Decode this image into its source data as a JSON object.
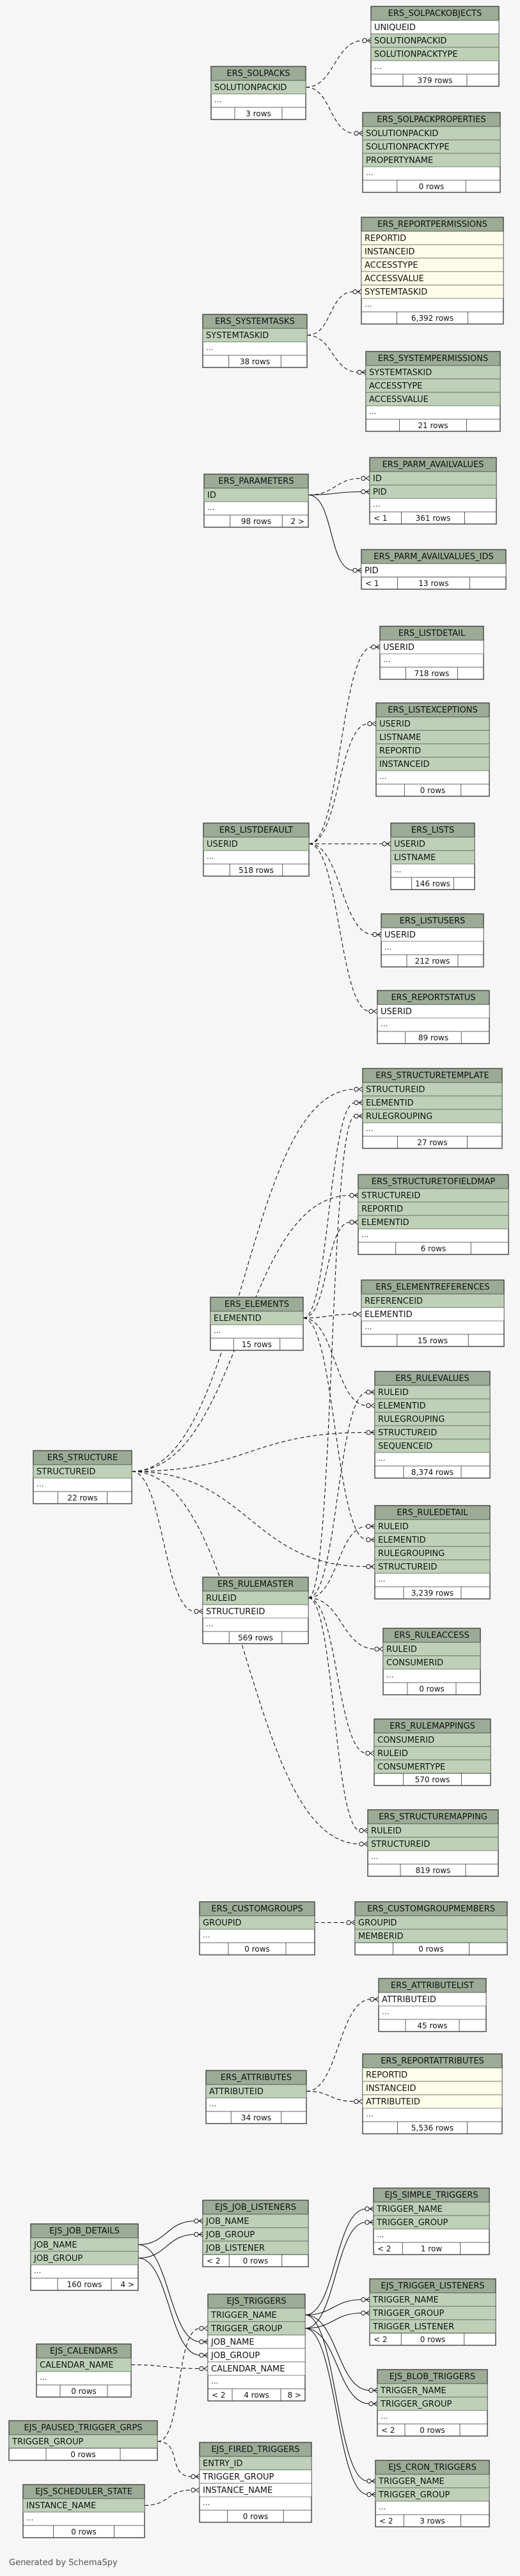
{
  "footer": "Generated by SchemaSpy",
  "tables": [
    {
      "id": "ERS_SOLPACKOBJECTS",
      "cols": [
        "UNIQUEID",
        "SOLUTIONPACKID",
        "SOLUTIONPACKTYPE"
      ],
      "keys": [
        "SOLUTIONPACKID",
        "SOLUTIONPACKTYPE"
      ],
      "ellipsis": true,
      "rows": "379 rows"
    },
    {
      "id": "ERS_SOLPACKS",
      "cols": [
        "SOLUTIONPACKID"
      ],
      "keys": [
        "SOLUTIONPACKID"
      ],
      "ellipsis": true,
      "rows": "3 rows"
    },
    {
      "id": "ERS_SOLPACKPROPERTIES",
      "cols": [
        "SOLUTIONPACKID",
        "SOLUTIONPACKTYPE",
        "PROPERTYNAME"
      ],
      "keys": [
        "SOLUTIONPACKID",
        "SOLUTIONPACKTYPE",
        "PROPERTYNAME"
      ],
      "ellipsis": true,
      "rows": "0 rows"
    },
    {
      "id": "ERS_REPORTPERMISSIONS",
      "cols": [
        "REPORTID",
        "INSTANCEID",
        "ACCESSTYPE",
        "ACCESSVALUE",
        "SYSTEMTASKID"
      ],
      "keys": [],
      "ellipsis": true,
      "rows": "6,392 rows"
    },
    {
      "id": "ERS_SYSTEMTASKS",
      "cols": [
        "SYSTEMTASKID"
      ],
      "keys": [
        "SYSTEMTASKID"
      ],
      "ellipsis": true,
      "rows": "38 rows"
    },
    {
      "id": "ERS_SYSTEMPERMISSIONS",
      "cols": [
        "SYSTEMTASKID",
        "ACCESSTYPE",
        "ACCESSVALUE"
      ],
      "keys": [
        "SYSTEMTASKID",
        "ACCESSTYPE",
        "ACCESSVALUE"
      ],
      "ellipsis": true,
      "rows": "21 rows"
    },
    {
      "id": "ERS_PARM_AVAILVALUES",
      "cols": [
        "ID",
        "PID"
      ],
      "keys": [
        "ID",
        "PID"
      ],
      "ellipsis": true,
      "rows": "361 rows",
      "lt": "< 1"
    },
    {
      "id": "ERS_PARAMETERS",
      "cols": [
        "ID"
      ],
      "keys": [
        "ID"
      ],
      "ellipsis": true,
      "rows": "98 rows",
      "gt": "2 >"
    },
    {
      "id": "ERS_PARM_AVAILVALUES_IDS",
      "cols": [
        "PID"
      ],
      "keys": [],
      "ellipsis": false,
      "rows": "13 rows",
      "lt": "< 1"
    },
    {
      "id": "ERS_LISTDETAIL",
      "cols": [
        "USERID"
      ],
      "keys": [],
      "ellipsis": true,
      "rows": "718 rows"
    },
    {
      "id": "ERS_LISTEXCEPTIONS",
      "cols": [
        "USERID",
        "LISTNAME",
        "REPORTID",
        "INSTANCEID"
      ],
      "keys": [
        "USERID",
        "LISTNAME",
        "REPORTID",
        "INSTANCEID"
      ],
      "ellipsis": true,
      "rows": "0 rows"
    },
    {
      "id": "ERS_LISTDEFAULT",
      "cols": [
        "USERID"
      ],
      "keys": [
        "USERID"
      ],
      "ellipsis": true,
      "rows": "518 rows"
    },
    {
      "id": "ERS_LISTS",
      "cols": [
        "USERID",
        "LISTNAME"
      ],
      "keys": [
        "USERID",
        "LISTNAME"
      ],
      "ellipsis": true,
      "rows": "146 rows"
    },
    {
      "id": "ERS_LISTUSERS",
      "cols": [
        "USERID"
      ],
      "keys": [],
      "ellipsis": true,
      "rows": "212 rows"
    },
    {
      "id": "ERS_REPORTSTATUS",
      "cols": [
        "USERID"
      ],
      "keys": [],
      "ellipsis": true,
      "rows": "89 rows"
    },
    {
      "id": "ERS_STRUCTURETEMPLATE",
      "cols": [
        "STRUCTUREID",
        "ELEMENTID",
        "RULEGROUPING"
      ],
      "keys": [
        "STRUCTUREID",
        "ELEMENTID",
        "RULEGROUPING"
      ],
      "ellipsis": true,
      "rows": "27 rows"
    },
    {
      "id": "ERS_STRUCTURETOFIELDMAP",
      "cols": [
        "STRUCTUREID",
        "REPORTID",
        "ELEMENTID"
      ],
      "keys": [
        "STRUCTUREID",
        "REPORTID",
        "ELEMENTID"
      ],
      "ellipsis": true,
      "rows": "6 rows"
    },
    {
      "id": "ERS_ELEMENTS",
      "cols": [
        "ELEMENTID"
      ],
      "keys": [
        "ELEMENTID"
      ],
      "ellipsis": true,
      "rows": "15 rows"
    },
    {
      "id": "ERS_ELEMENTREFERENCES",
      "cols": [
        "REFERENCEID",
        "ELEMENTID"
      ],
      "keys": [
        "REFERENCEID"
      ],
      "ellipsis": true,
      "rows": "15 rows"
    },
    {
      "id": "ERS_RULEVALUES",
      "cols": [
        "RULEID",
        "ELEMENTID",
        "RULEGROUPING",
        "STRUCTUREID",
        "SEQUENCEID"
      ],
      "keys": [
        "RULEID",
        "ELEMENTID",
        "RULEGROUPING",
        "STRUCTUREID",
        "SEQUENCEID"
      ],
      "ellipsis": true,
      "rows": "8,374 rows"
    },
    {
      "id": "ERS_STRUCTURE",
      "cols": [
        "STRUCTUREID"
      ],
      "keys": [
        "STRUCTUREID"
      ],
      "ellipsis": true,
      "rows": "22 rows"
    },
    {
      "id": "ERS_RULEDETAIL",
      "cols": [
        "RULEID",
        "ELEMENTID",
        "RULEGROUPING",
        "STRUCTUREID"
      ],
      "keys": [
        "RULEID",
        "ELEMENTID",
        "RULEGROUPING",
        "STRUCTUREID"
      ],
      "ellipsis": true,
      "rows": "3,239 rows"
    },
    {
      "id": "ERS_RULEMASTER",
      "cols": [
        "RULEID",
        "STRUCTUREID"
      ],
      "keys": [
        "RULEID"
      ],
      "ellipsis": true,
      "rows": "569 rows"
    },
    {
      "id": "ERS_RULEACCESS",
      "cols": [
        "RULEID",
        "CONSUMERID"
      ],
      "keys": [
        "RULEID",
        "CONSUMERID"
      ],
      "ellipsis": true,
      "rows": "0 rows"
    },
    {
      "id": "ERS_RULEMAPPINGS",
      "cols": [
        "CONSUMERID",
        "RULEID",
        "CONSUMERTYPE"
      ],
      "keys": [
        "CONSUMERID",
        "RULEID",
        "CONSUMERTYPE"
      ],
      "ellipsis": false,
      "rows": "570 rows"
    },
    {
      "id": "ERS_STRUCTUREMAPPING",
      "cols": [
        "RULEID",
        "STRUCTUREID"
      ],
      "keys": [
        "RULEID",
        "STRUCTUREID"
      ],
      "ellipsis": true,
      "rows": "819 rows"
    },
    {
      "id": "ERS_CUSTOMGROUPS",
      "cols": [
        "GROUPID"
      ],
      "keys": [
        "GROUPID"
      ],
      "ellipsis": true,
      "rows": "0 rows"
    },
    {
      "id": "ERS_CUSTOMGROUPMEMBERS",
      "cols": [
        "GROUPID",
        "MEMBERID"
      ],
      "keys": [
        "GROUPID",
        "MEMBERID"
      ],
      "ellipsis": false,
      "rows": "0 rows"
    },
    {
      "id": "ERS_ATTRIBUTELIST",
      "cols": [
        "ATTRIBUTEID"
      ],
      "keys": [],
      "ellipsis": true,
      "rows": "45 rows"
    },
    {
      "id": "ERS_ATTRIBUTES",
      "cols": [
        "ATTRIBUTEID"
      ],
      "keys": [
        "ATTRIBUTEID"
      ],
      "ellipsis": true,
      "rows": "34 rows"
    },
    {
      "id": "ERS_REPORTATTRIBUTES",
      "cols": [
        "REPORTID",
        "INSTANCEID",
        "ATTRIBUTEID"
      ],
      "keys": [],
      "ellipsis": true,
      "rows": "5,536 rows"
    },
    {
      "id": "EJS_SIMPLE_TRIGGERS",
      "cols": [
        "TRIGGER_NAME",
        "TRIGGER_GROUP"
      ],
      "keys": [
        "TRIGGER_NAME",
        "TRIGGER_GROUP"
      ],
      "ellipsis": true,
      "rows": "1 row",
      "lt": "< 2"
    },
    {
      "id": "EJS_JOB_DETAILS",
      "cols": [
        "JOB_NAME",
        "JOB_GROUP"
      ],
      "keys": [
        "JOB_NAME",
        "JOB_GROUP"
      ],
      "ellipsis": true,
      "rows": "160 rows",
      "gt": "4 >"
    },
    {
      "id": "EJS_JOB_LISTENERS",
      "cols": [
        "JOB_NAME",
        "JOB_GROUP",
        "JOB_LISTENER"
      ],
      "keys": [
        "JOB_NAME",
        "JOB_GROUP",
        "JOB_LISTENER"
      ],
      "ellipsis": false,
      "rows": "0 rows",
      "lt": "< 2"
    },
    {
      "id": "EJS_TRIGGER_LISTENERS",
      "cols": [
        "TRIGGER_NAME",
        "TRIGGER_GROUP",
        "TRIGGER_LISTENER"
      ],
      "keys": [
        "TRIGGER_NAME",
        "TRIGGER_GROUP",
        "TRIGGER_LISTENER"
      ],
      "ellipsis": false,
      "rows": "0 rows",
      "lt": "< 2"
    },
    {
      "id": "EJS_TRIGGERS",
      "cols": [
        "TRIGGER_NAME",
        "TRIGGER_GROUP",
        "JOB_NAME",
        "JOB_GROUP",
        "CALENDAR_NAME"
      ],
      "keys": [
        "TRIGGER_NAME",
        "TRIGGER_GROUP"
      ],
      "ellipsis": true,
      "rows": "4 rows",
      "lt": "< 2",
      "gt": "8 >"
    },
    {
      "id": "EJS_CALENDARS",
      "cols": [
        "CALENDAR_NAME"
      ],
      "keys": [
        "CALENDAR_NAME"
      ],
      "ellipsis": true,
      "rows": "0 rows"
    },
    {
      "id": "EJS_BLOB_TRIGGERS",
      "cols": [
        "TRIGGER_NAME",
        "TRIGGER_GROUP"
      ],
      "keys": [
        "TRIGGER_NAME",
        "TRIGGER_GROUP"
      ],
      "ellipsis": true,
      "rows": "0 rows",
      "lt": "< 2"
    },
    {
      "id": "EJS_PAUSED_TRIGGER_GRPS",
      "cols": [
        "TRIGGER_GROUP"
      ],
      "keys": [
        "TRIGGER_GROUP"
      ],
      "ellipsis": false,
      "rows": "0 rows"
    },
    {
      "id": "EJS_FIRED_TRIGGERS",
      "cols": [
        "ENTRY_ID",
        "TRIGGER_GROUP",
        "INSTANCE_NAME"
      ],
      "keys": [
        "ENTRY_ID"
      ],
      "ellipsis": true,
      "rows": "0 rows"
    },
    {
      "id": "EJS_CRON_TRIGGERS",
      "cols": [
        "TRIGGER_NAME",
        "TRIGGER_GROUP"
      ],
      "keys": [
        "TRIGGER_NAME",
        "TRIGGER_GROUP"
      ],
      "ellipsis": true,
      "rows": "3 rows",
      "lt": "< 2"
    },
    {
      "id": "EJS_SCHEDULER_STATE",
      "cols": [
        "INSTANCE_NAME"
      ],
      "keys": [
        "INSTANCE_NAME"
      ],
      "ellipsis": true,
      "rows": "0 rows"
    }
  ],
  "edges": [
    {
      "from": "ERS_SOLPACKS",
      "fromCol": "SOLUTIONPACKID",
      "to": "ERS_SOLPACKOBJECTS",
      "toCol": "SOLUTIONPACKID",
      "implied": true
    },
    {
      "from": "ERS_SOLPACKS",
      "fromCol": "SOLUTIONPACKID",
      "to": "ERS_SOLPACKPROPERTIES",
      "toCol": "SOLUTIONPACKID",
      "implied": true
    },
    {
      "from": "ERS_SYSTEMTASKS",
      "fromCol": "SYSTEMTASKID",
      "to": "ERS_REPORTPERMISSIONS",
      "toCol": "SYSTEMTASKID",
      "implied": true
    },
    {
      "from": "ERS_SYSTEMTASKS",
      "fromCol": "SYSTEMTASKID",
      "to": "ERS_SYSTEMPERMISSIONS",
      "toCol": "SYSTEMTASKID",
      "implied": true
    },
    {
      "from": "ERS_PARAMETERS",
      "fromCol": "ID",
      "to": "ERS_PARM_AVAILVALUES",
      "toCol": "ID",
      "implied": true
    },
    {
      "from": "ERS_PARAMETERS",
      "fromCol": "ID",
      "to": "ERS_PARM_AVAILVALUES",
      "toCol": "PID",
      "implied": false
    },
    {
      "from": "ERS_PARAMETERS",
      "fromCol": "ID",
      "to": "ERS_PARM_AVAILVALUES_IDS",
      "toCol": "PID",
      "implied": false
    },
    {
      "from": "ERS_LISTDEFAULT",
      "fromCol": "USERID",
      "to": "ERS_LISTDETAIL",
      "toCol": "USERID",
      "implied": true
    },
    {
      "from": "ERS_LISTDEFAULT",
      "fromCol": "USERID",
      "to": "ERS_LISTEXCEPTIONS",
      "toCol": "USERID",
      "implied": true
    },
    {
      "from": "ERS_LISTDEFAULT",
      "fromCol": "USERID",
      "to": "ERS_LISTS",
      "toCol": "USERID",
      "implied": true
    },
    {
      "from": "ERS_LISTDEFAULT",
      "fromCol": "USERID",
      "to": "ERS_LISTUSERS",
      "toCol": "USERID",
      "implied": true
    },
    {
      "from": "ERS_LISTDEFAULT",
      "fromCol": "USERID",
      "to": "ERS_REPORTSTATUS",
      "toCol": "USERID",
      "implied": true
    },
    {
      "from": "ERS_STRUCTURE",
      "fromCol": "STRUCTUREID",
      "to": "ERS_STRUCTURETEMPLATE",
      "toCol": "STRUCTUREID",
      "implied": true
    },
    {
      "from": "ERS_ELEMENTS",
      "fromCol": "ELEMENTID",
      "to": "ERS_STRUCTURETEMPLATE",
      "toCol": "ELEMENTID",
      "implied": true
    },
    {
      "from": "ERS_RULEMASTER",
      "fromCol": "RULEID",
      "to": "ERS_STRUCTURETEMPLATE",
      "toCol": "RULEGROUPING",
      "implied": true
    },
    {
      "from": "ERS_STRUCTURE",
      "fromCol": "STRUCTUREID",
      "to": "ERS_STRUCTURETOFIELDMAP",
      "toCol": "STRUCTUREID",
      "implied": true
    },
    {
      "from": "ERS_ELEMENTS",
      "fromCol": "ELEMENTID",
      "to": "ERS_STRUCTURETOFIELDMAP",
      "toCol": "ELEMENTID",
      "implied": true
    },
    {
      "from": "ERS_ELEMENTS",
      "fromCol": "ELEMENTID",
      "to": "ERS_ELEMENTREFERENCES",
      "toCol": "ELEMENTID",
      "implied": true
    },
    {
      "from": "ERS_RULEMASTER",
      "fromCol": "RULEID",
      "to": "ERS_RULEVALUES",
      "toCol": "RULEID",
      "implied": true
    },
    {
      "from": "ERS_ELEMENTS",
      "fromCol": "ELEMENTID",
      "to": "ERS_RULEVALUES",
      "toCol": "ELEMENTID",
      "implied": true
    },
    {
      "from": "ERS_STRUCTURE",
      "fromCol": "STRUCTUREID",
      "to": "ERS_RULEVALUES",
      "toCol": "STRUCTUREID",
      "implied": true
    },
    {
      "from": "ERS_RULEMASTER",
      "fromCol": "RULEID",
      "to": "ERS_RULEDETAIL",
      "toCol": "RULEID",
      "implied": true
    },
    {
      "from": "ERS_ELEMENTS",
      "fromCol": "ELEMENTID",
      "to": "ERS_RULEDETAIL",
      "toCol": "ELEMENTID",
      "implied": true
    },
    {
      "from": "ERS_STRUCTURE",
      "fromCol": "STRUCTUREID",
      "to": "ERS_RULEDETAIL",
      "toCol": "STRUCTUREID",
      "implied": true
    },
    {
      "from": "ERS_STRUCTURE",
      "fromCol": "STRUCTUREID",
      "to": "ERS_RULEMASTER",
      "toCol": "STRUCTUREID",
      "implied": true
    },
    {
      "from": "ERS_RULEMASTER",
      "fromCol": "RULEID",
      "to": "ERS_RULEACCESS",
      "toCol": "RULEID",
      "implied": true
    },
    {
      "from": "ERS_RULEMASTER",
      "fromCol": "RULEID",
      "to": "ERS_RULEMAPPINGS",
      "toCol": "RULEID",
      "implied": true
    },
    {
      "from": "ERS_RULEMASTER",
      "fromCol": "RULEID",
      "to": "ERS_STRUCTUREMAPPING",
      "toCol": "RULEID",
      "implied": true
    },
    {
      "from": "ERS_STRUCTURE",
      "fromCol": "STRUCTUREID",
      "to": "ERS_STRUCTUREMAPPING",
      "toCol": "STRUCTUREID",
      "implied": true
    },
    {
      "from": "ERS_CUSTOMGROUPS",
      "fromCol": "GROUPID",
      "to": "ERS_CUSTOMGROUPMEMBERS",
      "toCol": "GROUPID",
      "implied": true
    },
    {
      "from": "ERS_ATTRIBUTES",
      "fromCol": "ATTRIBUTEID",
      "to": "ERS_ATTRIBUTELIST",
      "toCol": "ATTRIBUTEID",
      "implied": true
    },
    {
      "from": "ERS_ATTRIBUTES",
      "fromCol": "ATTRIBUTEID",
      "to": "ERS_REPORTATTRIBUTES",
      "toCol": "ATTRIBUTEID",
      "implied": true
    },
    {
      "from": "EJS_JOB_DETAILS",
      "fromCol": "JOB_NAME",
      "to": "EJS_JOB_LISTENERS",
      "toCol": "JOB_NAME",
      "implied": false
    },
    {
      "from": "EJS_JOB_DETAILS",
      "fromCol": "JOB_GROUP",
      "to": "EJS_JOB_LISTENERS",
      "toCol": "JOB_GROUP",
      "implied": false
    },
    {
      "from": "EJS_JOB_DETAILS",
      "fromCol": "JOB_NAME",
      "to": "EJS_TRIGGERS",
      "toCol": "JOB_NAME",
      "implied": false
    },
    {
      "from": "EJS_JOB_DETAILS",
      "fromCol": "JOB_GROUP",
      "to": "EJS_TRIGGERS",
      "toCol": "JOB_GROUP",
      "implied": false
    },
    {
      "from": "EJS_TRIGGERS",
      "fromCol": "TRIGGER_NAME",
      "to": "EJS_SIMPLE_TRIGGERS",
      "toCol": "TRIGGER_NAME",
      "implied": false
    },
    {
      "from": "EJS_TRIGGERS",
      "fromCol": "TRIGGER_GROUP",
      "to": "EJS_SIMPLE_TRIGGERS",
      "toCol": "TRIGGER_GROUP",
      "implied": false
    },
    {
      "from": "EJS_TRIGGERS",
      "fromCol": "TRIGGER_NAME",
      "to": "EJS_TRIGGER_LISTENERS",
      "toCol": "TRIGGER_NAME",
      "implied": false
    },
    {
      "from": "EJS_TRIGGERS",
      "fromCol": "TRIGGER_GROUP",
      "to": "EJS_TRIGGER_LISTENERS",
      "toCol": "TRIGGER_GROUP",
      "implied": false
    },
    {
      "from": "EJS_TRIGGERS",
      "fromCol": "TRIGGER_NAME",
      "to": "EJS_BLOB_TRIGGERS",
      "toCol": "TRIGGER_NAME",
      "implied": false
    },
    {
      "from": "EJS_TRIGGERS",
      "fromCol": "TRIGGER_GROUP",
      "to": "EJS_BLOB_TRIGGERS",
      "toCol": "TRIGGER_GROUP",
      "implied": false
    },
    {
      "from": "EJS_TRIGGERS",
      "fromCol": "TRIGGER_NAME",
      "to": "EJS_CRON_TRIGGERS",
      "toCol": "TRIGGER_NAME",
      "implied": false
    },
    {
      "from": "EJS_TRIGGERS",
      "fromCol": "TRIGGER_GROUP",
      "to": "EJS_CRON_TRIGGERS",
      "toCol": "TRIGGER_GROUP",
      "implied": false
    },
    {
      "from": "EJS_CALENDARS",
      "fromCol": "CALENDAR_NAME",
      "to": "EJS_TRIGGERS",
      "toCol": "CALENDAR_NAME",
      "implied": true
    },
    {
      "from": "EJS_PAUSED_TRIGGER_GRPS",
      "fromCol": "TRIGGER_GROUP",
      "to": "EJS_TRIGGERS",
      "toCol": "TRIGGER_GROUP",
      "implied": true
    },
    {
      "from": "EJS_PAUSED_TRIGGER_GRPS",
      "fromCol": "TRIGGER_GROUP",
      "to": "EJS_FIRED_TRIGGERS",
      "toCol": "TRIGGER_GROUP",
      "implied": true
    },
    {
      "from": "EJS_SCHEDULER_STATE",
      "fromCol": "INSTANCE_NAME",
      "to": "EJS_FIRED_TRIGGERS",
      "toCol": "INSTANCE_NAME",
      "implied": true
    }
  ]
}
